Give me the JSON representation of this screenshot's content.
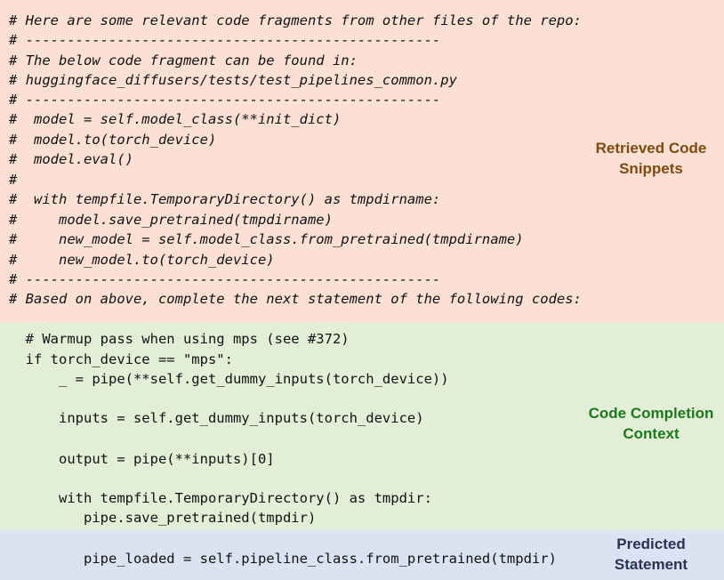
{
  "retrieved": {
    "label": [
      "Retrieved Code",
      "Snippets"
    ],
    "lines": [
      "# Here are some relevant code fragments from other files of the repo:",
      "# --------------------------------------------------",
      "# The below code fragment can be found in:",
      "# huggingface_diffusers/tests/test_pipelines_common.py",
      "# --------------------------------------------------",
      "#  model = self.model_class(**init_dict)",
      "#  model.to(torch_device)",
      "#  model.eval()",
      "#",
      "#  with tempfile.TemporaryDirectory() as tmpdirname:",
      "#     model.save_pretrained(tmpdirname)",
      "#     new_model = self.model_class.from_pretrained(tmpdirname)",
      "#     new_model.to(torch_device)",
      "# --------------------------------------------------",
      "# Based on above, complete the next statement of the following codes:"
    ]
  },
  "context": {
    "label": [
      "Code Completion",
      "Context"
    ],
    "lines": [
      "  # Warmup pass when using mps (see #372)",
      "  if torch_device == \"mps\":",
      "      _ = pipe(**self.get_dummy_inputs(torch_device))",
      "",
      "      inputs = self.get_dummy_inputs(torch_device)",
      "",
      "      output = pipe(**inputs)[0]",
      "",
      "      with tempfile.TemporaryDirectory() as tmpdir:",
      "         pipe.save_pretrained(tmpdir)"
    ]
  },
  "predicted": {
    "label": [
      "Predicted",
      "Statement"
    ],
    "lines": [
      "         pipe_loaded = self.pipeline_class.from_pretrained(tmpdir)"
    ]
  }
}
